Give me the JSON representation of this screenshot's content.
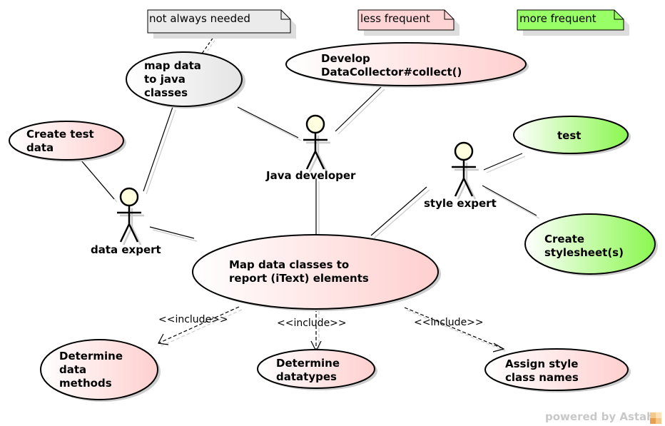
{
  "notes": {
    "not_always": "not always needed",
    "less_frequent": "less frequent",
    "more_frequent": "more frequent"
  },
  "actors": {
    "java_developer": "Java developer",
    "data_expert": "data expert",
    "style_expert": "style expert"
  },
  "use_cases": {
    "map_data": [
      "map data",
      "to java",
      "classes"
    ],
    "develop": [
      "Develop",
      "DataCollector#collect()"
    ],
    "create_test_data": [
      "Create test",
      "data"
    ],
    "test": [
      "test"
    ],
    "create_stylesheet": [
      "Create",
      "stylesheet(s)"
    ],
    "map_report": [
      "Map data classes to",
      "report (iText) elements"
    ],
    "determine_methods": [
      "Determine",
      "data",
      "methods"
    ],
    "determine_datatypes": [
      "Determine",
      "datatypes"
    ],
    "assign_style": [
      "Assign style",
      "class names"
    ]
  },
  "include_label": "<<include>>",
  "footer": {
    "text": "powered by Astah"
  },
  "colors": {
    "gray_fill": "#ebebeb",
    "red_fill": "#ffd4d4",
    "green_fill": "#99ff66",
    "actor_fill": "#ffffe0",
    "footer_text": "#c8c8c8"
  }
}
